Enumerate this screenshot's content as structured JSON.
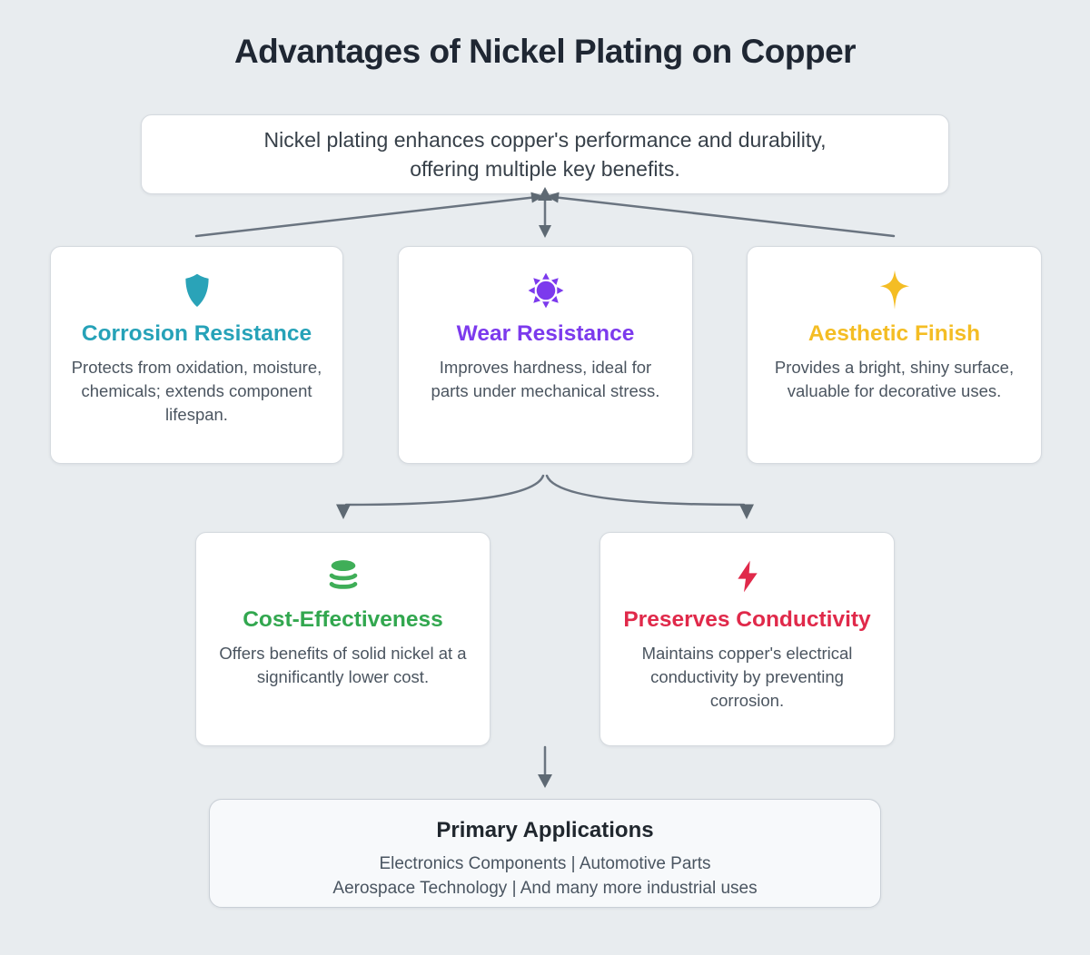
{
  "page": {
    "title": "Advantages of Nickel Plating on Copper"
  },
  "intro": {
    "line1": "Nickel plating enhances copper's performance and durability,",
    "line2": "offering multiple key benefits."
  },
  "cards": [
    {
      "id": "corrosion",
      "icon": "shield-icon",
      "accent_color": "#26A2B8",
      "title": "Corrosion Resistance",
      "body": "Protects from oxidation, moisture, chemicals; extends component lifespan."
    },
    {
      "id": "wear",
      "icon": "sunburst-icon",
      "accent_color": "#7C3AED",
      "title": "Wear Resistance",
      "body": "Improves hardness, ideal for parts under mechanical stress."
    },
    {
      "id": "aesthetic",
      "icon": "sparkle-icon",
      "accent_color": "#F4BD24",
      "title": "Aesthetic Finish",
      "body": "Provides a bright, shiny surface, valuable for decorative uses."
    },
    {
      "id": "cost",
      "icon": "database-icon",
      "accent_color": "#32A74F",
      "title": "Cost-Effectiveness",
      "body": "Offers benefits of solid nickel at a significantly lower cost."
    },
    {
      "id": "conductivity",
      "icon": "lightning-bolt-icon",
      "accent_color": "#E0294A",
      "title": "Preserves Conductivity",
      "body": "Maintains copper's electrical conductivity by preventing corrosion."
    }
  ],
  "applications": {
    "title": "Primary Applications",
    "line1": "Electronics Components | Automotive Parts",
    "line2": "Aerospace Technology | And many more industrial uses"
  },
  "colors": {
    "background": "#E8ECEF",
    "arrow": "#6A7480",
    "card_background": "#FFFFFF",
    "card_border": "#D5DADF",
    "apps_background": "#F7F9FB",
    "title_text": "#1F2733",
    "body_text": "#4B5560"
  }
}
